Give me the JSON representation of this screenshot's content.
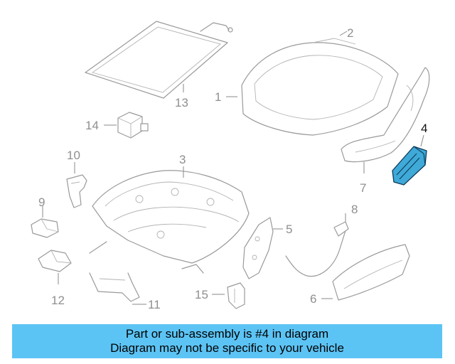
{
  "callouts": {
    "p1": "1",
    "p2": "2",
    "p3": "3",
    "p4": "4",
    "p5": "5",
    "p6": "6",
    "p7": "7",
    "p8": "8",
    "p9": "9",
    "p10": "10",
    "p11": "11",
    "p12": "12",
    "p13": "13",
    "p14": "14",
    "p15": "15"
  },
  "highlighted_part": "4",
  "highlight_color": "#3fa9d8",
  "caption": {
    "line1": "Part or sub-assembly is #4 in diagram",
    "line2": "Diagram may not be specific to your vehicle"
  },
  "colors": {
    "caption_bg": "#5cc4f5",
    "outline": "#9a9a9a"
  }
}
